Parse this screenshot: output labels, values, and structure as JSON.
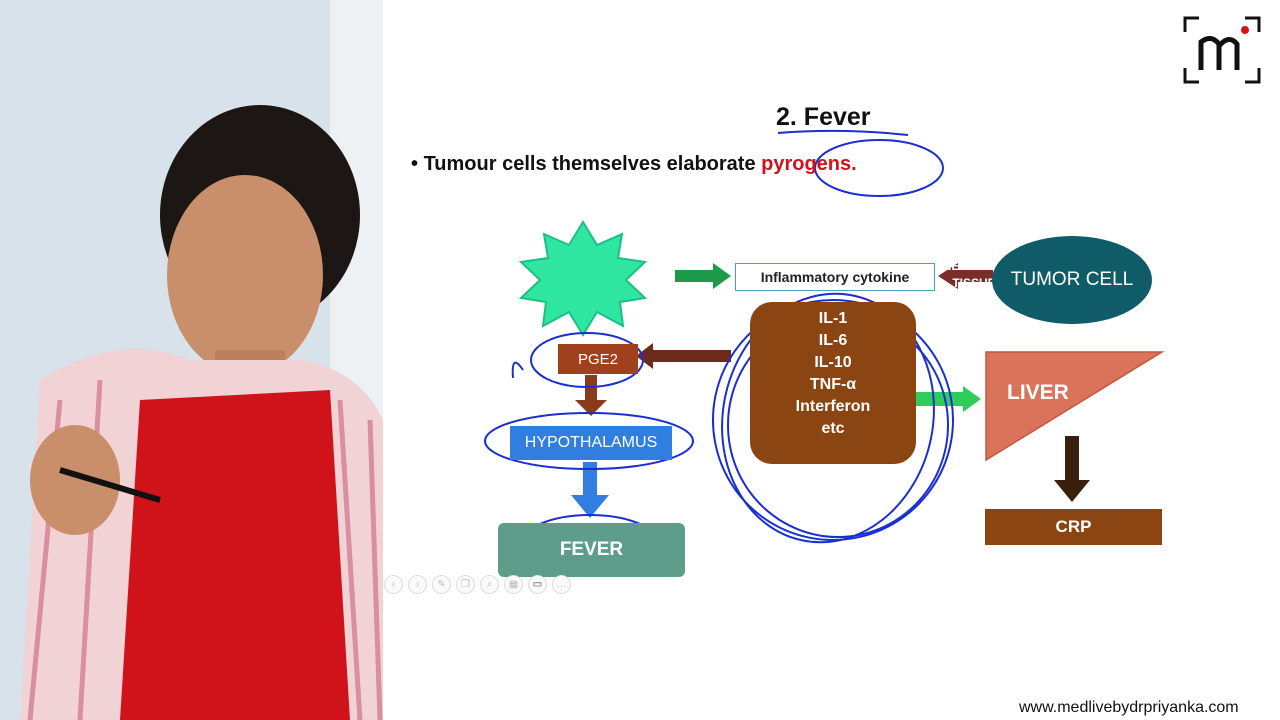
{
  "slide": {
    "title": "2. Fever",
    "bullet": {
      "marker": "•",
      "text": "Tumour cells themselves elaborate",
      "highlight": "pyrogens."
    }
  },
  "diagram": {
    "necrotic_line1": "NECROTIC",
    "necrotic_line2": "TISSUE",
    "inflammatory": "Inflammatory cytokine",
    "tumor_cell": "TUMOR CELL",
    "cytokines": [
      "IL-1",
      "IL-6",
      "IL-10",
      "TNF-α",
      "Interferon",
      "etc"
    ],
    "pge2": "PGE2",
    "hypothalamus": "HYPOTHALAMUS",
    "fever": "FEVER",
    "liver": "LIVER",
    "crp": "CRP"
  },
  "footer": {
    "website": "www.medlivebydrpriyanka.com"
  },
  "colors": {
    "highlight_red": "#d0131a",
    "ink_blue": "#1a2fd0",
    "tumor_teal": "#0f5b68",
    "brown": "#8b4513",
    "hypothalamus_blue": "#2f7ee0",
    "fever_green": "#5f9d8b",
    "necrotic_green": "#2ee6a0",
    "liver_salmon": "#d9745a"
  },
  "presenter_toolbar": [
    "prev-icon",
    "next-icon",
    "pen-icon",
    "copy-icon",
    "zoom-icon",
    "grid-icon",
    "camera-icon",
    "more-icon"
  ]
}
